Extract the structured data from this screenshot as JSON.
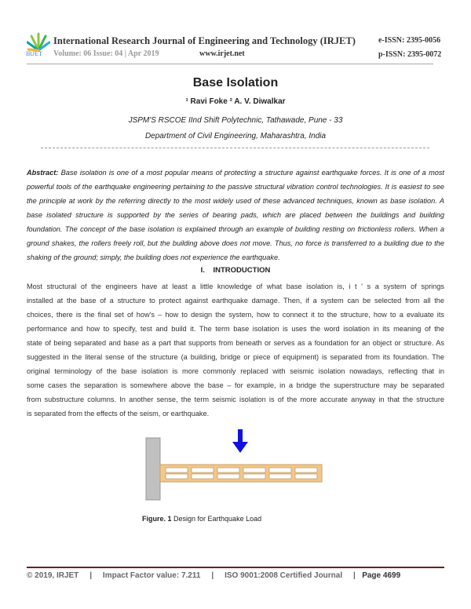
{
  "header": {
    "logo_text": "IRJET",
    "journal": "International Research Journal of Engineering and Technology (IRJET)",
    "volume": "Volume: 06 Issue: 04 | Apr 2019",
    "website": "www.irjet.net",
    "e_issn": "e-ISSN: 2395-0056",
    "p_issn": "p-ISSN: 2395-0072"
  },
  "article": {
    "title": "Base Isolation",
    "authors": "¹ Ravi Foke  ² A. V. Diwalkar",
    "affiliation_1": "JSPM'S RSCOE IInd Shift Polytechnic, Tathawade,  Pune - 33",
    "affiliation_2": "Department of Civil Engineering, Maharashtra, India"
  },
  "abstract": {
    "label": "Abstract:",
    "lines": [
      " Base isolation is one of a most popular means of protecting a structure against earthquake forces. It is one of a  most",
      "powerful tools of the earthquake engineering pertaining to the passive structural vibration control technologies. It is easiest to see",
      "the principle at work by the referring directly to the most widely used of these advanced techniques, known as base isolation. A",
      "base isolated structure is supported by the series of bearing pads, which are placed between the buildings and building",
      "foundation. The concept of the base isolation is explained through an example of building resting on frictionless rollers. When a",
      "ground shakes, the rollers freely roll, but the building above does not move. Thus, no force is transferred to a building due to the",
      "shaking of the ground; simply, the building does not experience the earthquake."
    ]
  },
  "section": {
    "number": "I.",
    "title": "INTRODUCTION"
  },
  "introduction": {
    "lines": [
      "Most structural of the engineers  have  at  least  a  little  knowledge  of  what  base  isolation  is, i t ' s a system of springs",
      "installed at the base of a structure  to  protect  against  earthquake damage. Then, if a system can be selected from all the",
      "choices, there is the final set of how's – how to design the system, how to connect it to the structure, how to a evaluate its",
      "performance and how to specify, test and build it. The term base isolation is uses the word isolation in its meaning of the",
      "state of being separated and base as a part that supports from beneath or serves as a foundation for an object or structure. As",
      "suggested in the literal sense of the structure (a building, bridge or piece of equipment) is separated from its foundation. The",
      "original terminology of the base isolation is  more commonly replaced with seismic isolation nowadays, reflecting that   in",
      "some cases the separation is somewhere above the base –   for example, in a bridge  the superstructure may be separated",
      "from substructure columns. In another sense, the term seismic isolation is of the more accurate anyway in that the structure",
      "is separated from  the effects of the seism, or earthquake."
    ]
  },
  "figure": {
    "label": "Figure. 1",
    "caption": " Design for Earthquake Load",
    "colors": {
      "wall": "#c0c0c0",
      "beam": "#f2c88a",
      "arrow": "#1010e0"
    }
  },
  "footer": {
    "copyright": "© 2019, IRJET",
    "impact": "Impact Factor value: 7.211",
    "iso": "ISO 9001:2008 Certified Journal",
    "page": "Page 4699",
    "separator": "|"
  }
}
